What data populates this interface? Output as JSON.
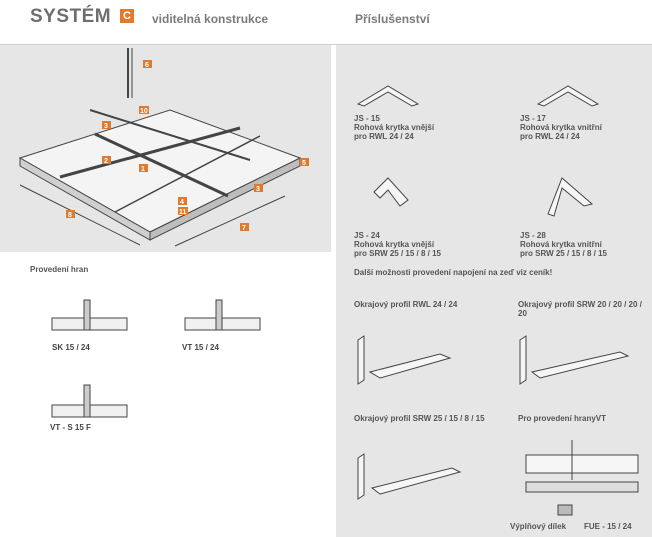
{
  "header": {
    "system_title": "SYSTÉM",
    "system_badge": "C",
    "subtitle": "viditelná konstrukce",
    "accessories_title": "Příslušenství"
  },
  "diagram_tags": [
    "6",
    "10",
    "3",
    "2",
    "1",
    "5",
    "3",
    "4",
    "11",
    "7",
    "8"
  ],
  "edge_section": {
    "title": "Provedení hran",
    "items": [
      {
        "label": "SK 15 / 24"
      },
      {
        "label": "VT 15 / 24"
      },
      {
        "label": "VT - S 15 F"
      }
    ]
  },
  "accessories": {
    "js15": {
      "code": "JS - 15",
      "desc1": "Rohová krytka vnější",
      "desc2": "pro RWL 24 / 24"
    },
    "js17": {
      "code": "JS - 17",
      "desc1": "Rohová krytka vnitřní",
      "desc2": "pro RWL 24 / 24"
    },
    "js24": {
      "code": "JS - 24",
      "desc1": "Rohová krytka vnější",
      "desc2": "pro SRW 25 / 15 / 8 / 15"
    },
    "js28": {
      "code": "JS - 28",
      "desc1": "Rohová krytka vnitřní",
      "desc2": "pro SRW 25 / 15 / 8 / 15"
    },
    "note": "Další možnosti provedení napojení na zeď viz ceník!",
    "profile_rwl": "Okrajový profil RWL 24 / 24",
    "profile_srw20": "Okrajový profil SRW 20 / 20 / 20 / 20",
    "profile_srw25": "Okrajový profil SRW 25 / 15 / 8 / 15",
    "vt_edge": "Pro provedení hranyVT",
    "filler": "Výplňový dílek",
    "fue": "FUE - 15 / 24"
  }
}
